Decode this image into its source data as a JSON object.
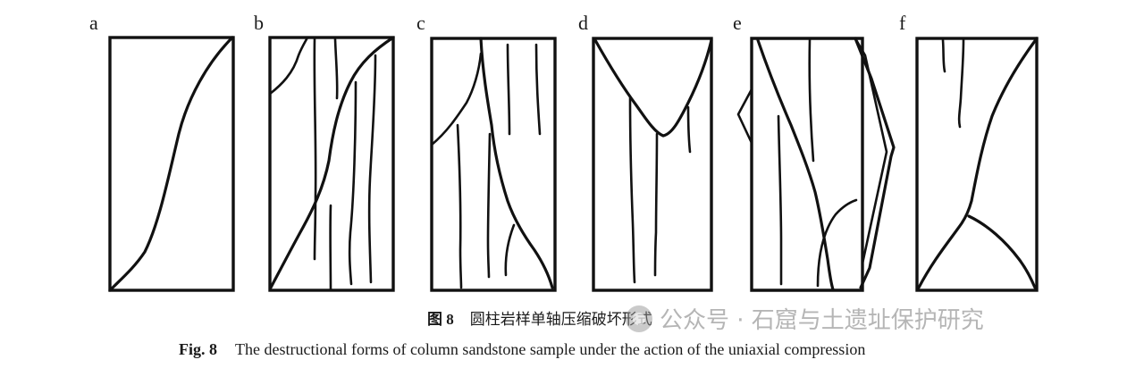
{
  "panels": [
    {
      "label": "a"
    },
    {
      "label": "b"
    },
    {
      "label": "c"
    },
    {
      "label": "d"
    },
    {
      "label": "e"
    },
    {
      "label": "f"
    }
  ],
  "caption_cn": {
    "fig_num": "图 8",
    "text": "圆柱岩样单轴压缩破坏形式"
  },
  "caption_en": {
    "fig_num": "Fig. 8",
    "text": "The destructional forms of column sandstone sample under the action of the uniaxial compression"
  },
  "watermark": {
    "icon": "wechat-public-account-icon",
    "text": "公众号 · 石窟与土遗址保护研究"
  }
}
